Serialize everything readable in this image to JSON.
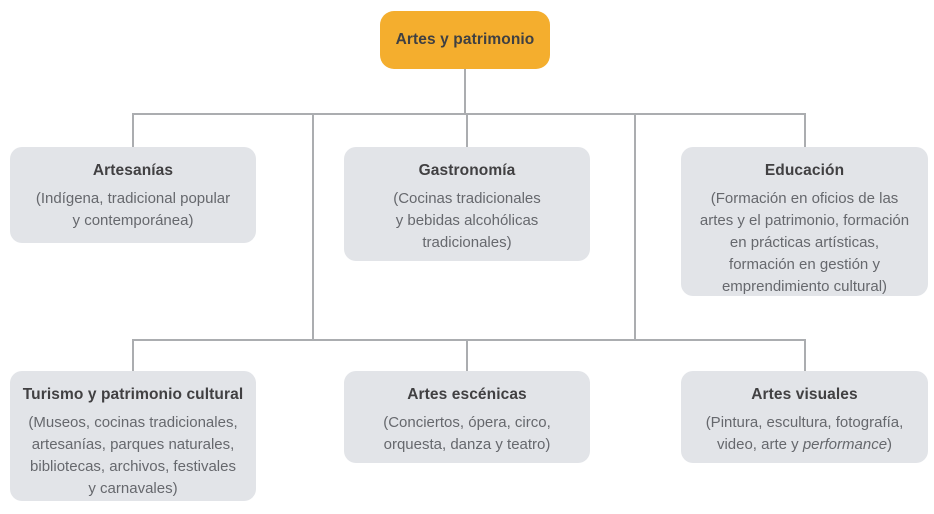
{
  "diagram": {
    "type": "org-chart",
    "root": {
      "label": "Artes y patrimonio"
    },
    "nodes": {
      "artesanias": {
        "title": "Artesanías",
        "body_lines": [
          "(Indígena, tradicional popular",
          "y contemporánea)"
        ]
      },
      "gastronomia": {
        "title": "Gastronomía",
        "body_lines": [
          "(Cocinas tradicionales",
          "y bebidas alcohólicas",
          "tradicionales)"
        ]
      },
      "educacion": {
        "title": "Educación",
        "body_lines": [
          "(Formación en oficios de las",
          "artes y el patrimonio, formación",
          "en prácticas artísticas,",
          "formación en gestión y",
          "emprendimiento cultural)"
        ]
      },
      "turismo": {
        "title": "Turismo y patrimonio cultural",
        "body_lines": [
          "(Museos, cocinas tradicionales,",
          "artesanías, parques naturales,",
          "bibliotecas, archivos, festivales",
          "y carnavales)"
        ]
      },
      "artes_escenicas": {
        "title": "Artes escénicas",
        "body_lines": [
          "(Conciertos, ópera, circo,",
          "orquesta, danza y teatro)"
        ]
      },
      "artes_visuales": {
        "title": "Artes visuales",
        "body_prefix": "(Pintura, escultura, fotografía,\nvideo, arte y ",
        "body_italic": "performance",
        "body_suffix": ")"
      }
    },
    "colors": {
      "root_fill": "#f4ae2e",
      "node_fill": "#e2e4e8",
      "connector": "#abadb0",
      "title_text": "#414042",
      "body_text": "#66686d",
      "background": "#ffffff"
    }
  }
}
